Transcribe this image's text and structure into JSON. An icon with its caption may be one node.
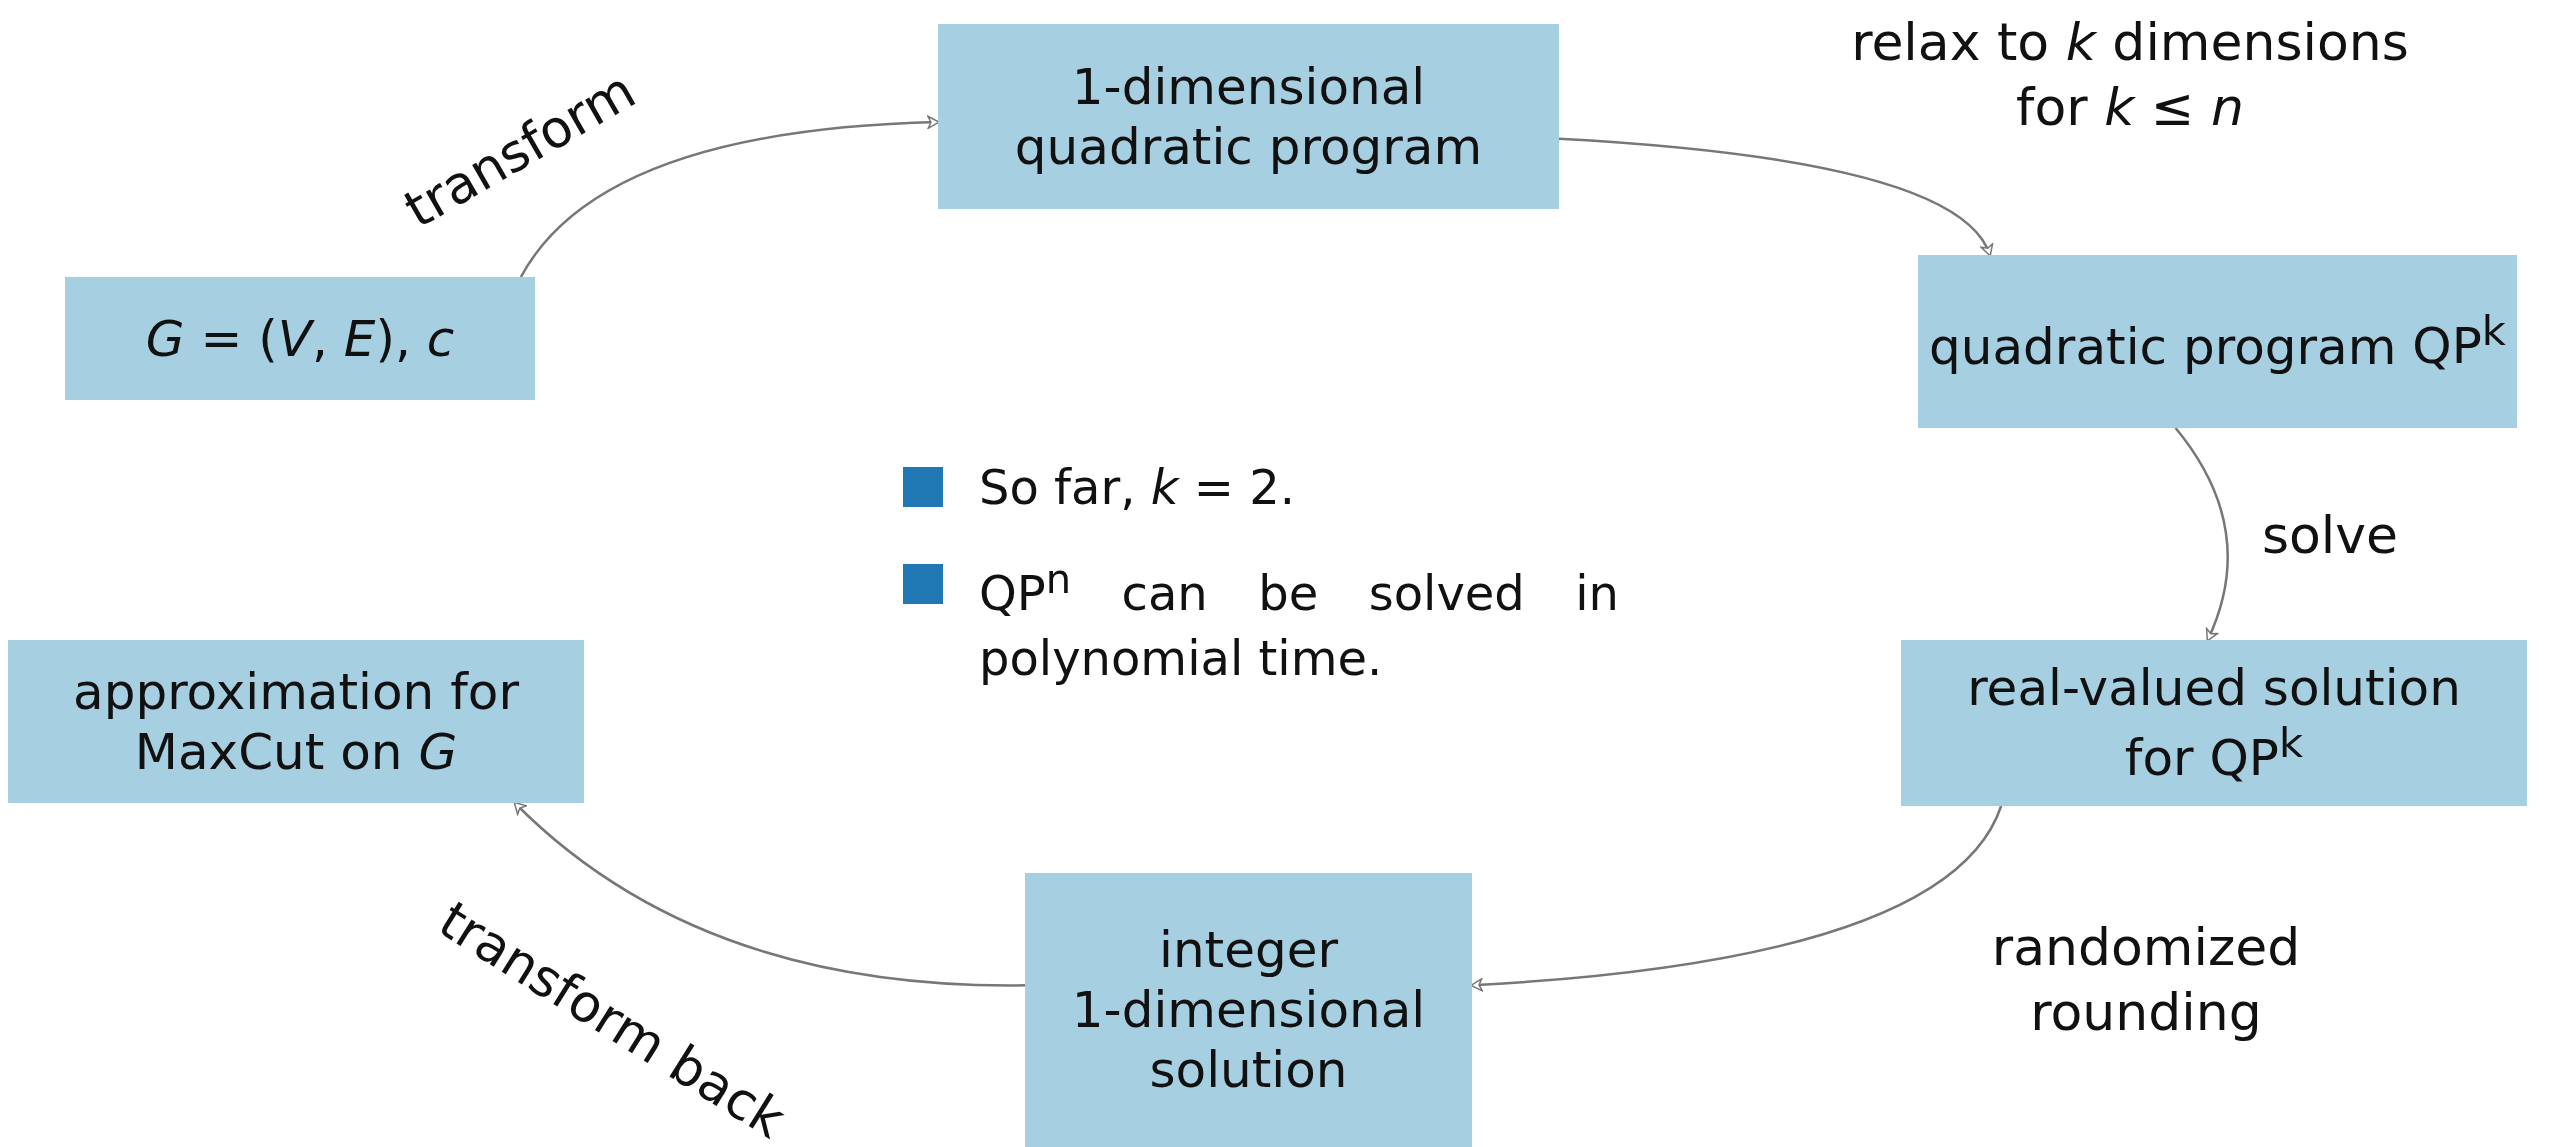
{
  "diagram": {
    "nodes": [
      {
        "text": [
          "*G* = (*V*, *E*), *c*"
        ]
      },
      {
        "text": [
          "1-dimensional quadratic program"
        ]
      },
      {
        "text": [
          "quadratic program QP$^{k}$"
        ]
      },
      {
        "text": [
          "real-valued solution for QP$^{k}$"
        ]
      },
      {
        "text": [
          "integer 1-dimensional solution"
        ]
      },
      {
        "text": [
          "approximation for MaxCut on *G*"
        ]
      }
    ],
    "edges": [
      {
        "from": 0,
        "to": 1,
        "arrow": "to",
        "label": "transform"
      },
      {
        "from": 1,
        "to": 2,
        "arrow": "to",
        "label": "relax to *k* dimensions for *k* ≤ *n*"
      },
      {
        "from": 2,
        "to": 3,
        "arrow": "to",
        "label": "solve"
      },
      {
        "from": 3,
        "to": 4,
        "arrow": "to",
        "label": "randomized rounding"
      },
      {
        "from": 4,
        "to": 5,
        "arrow": "to",
        "label": "transform back"
      }
    ],
    "labels": [
      "So far, *k* = 2.",
      "QP$^{n}$ can be solved in polynomial time."
    ]
  }
}
